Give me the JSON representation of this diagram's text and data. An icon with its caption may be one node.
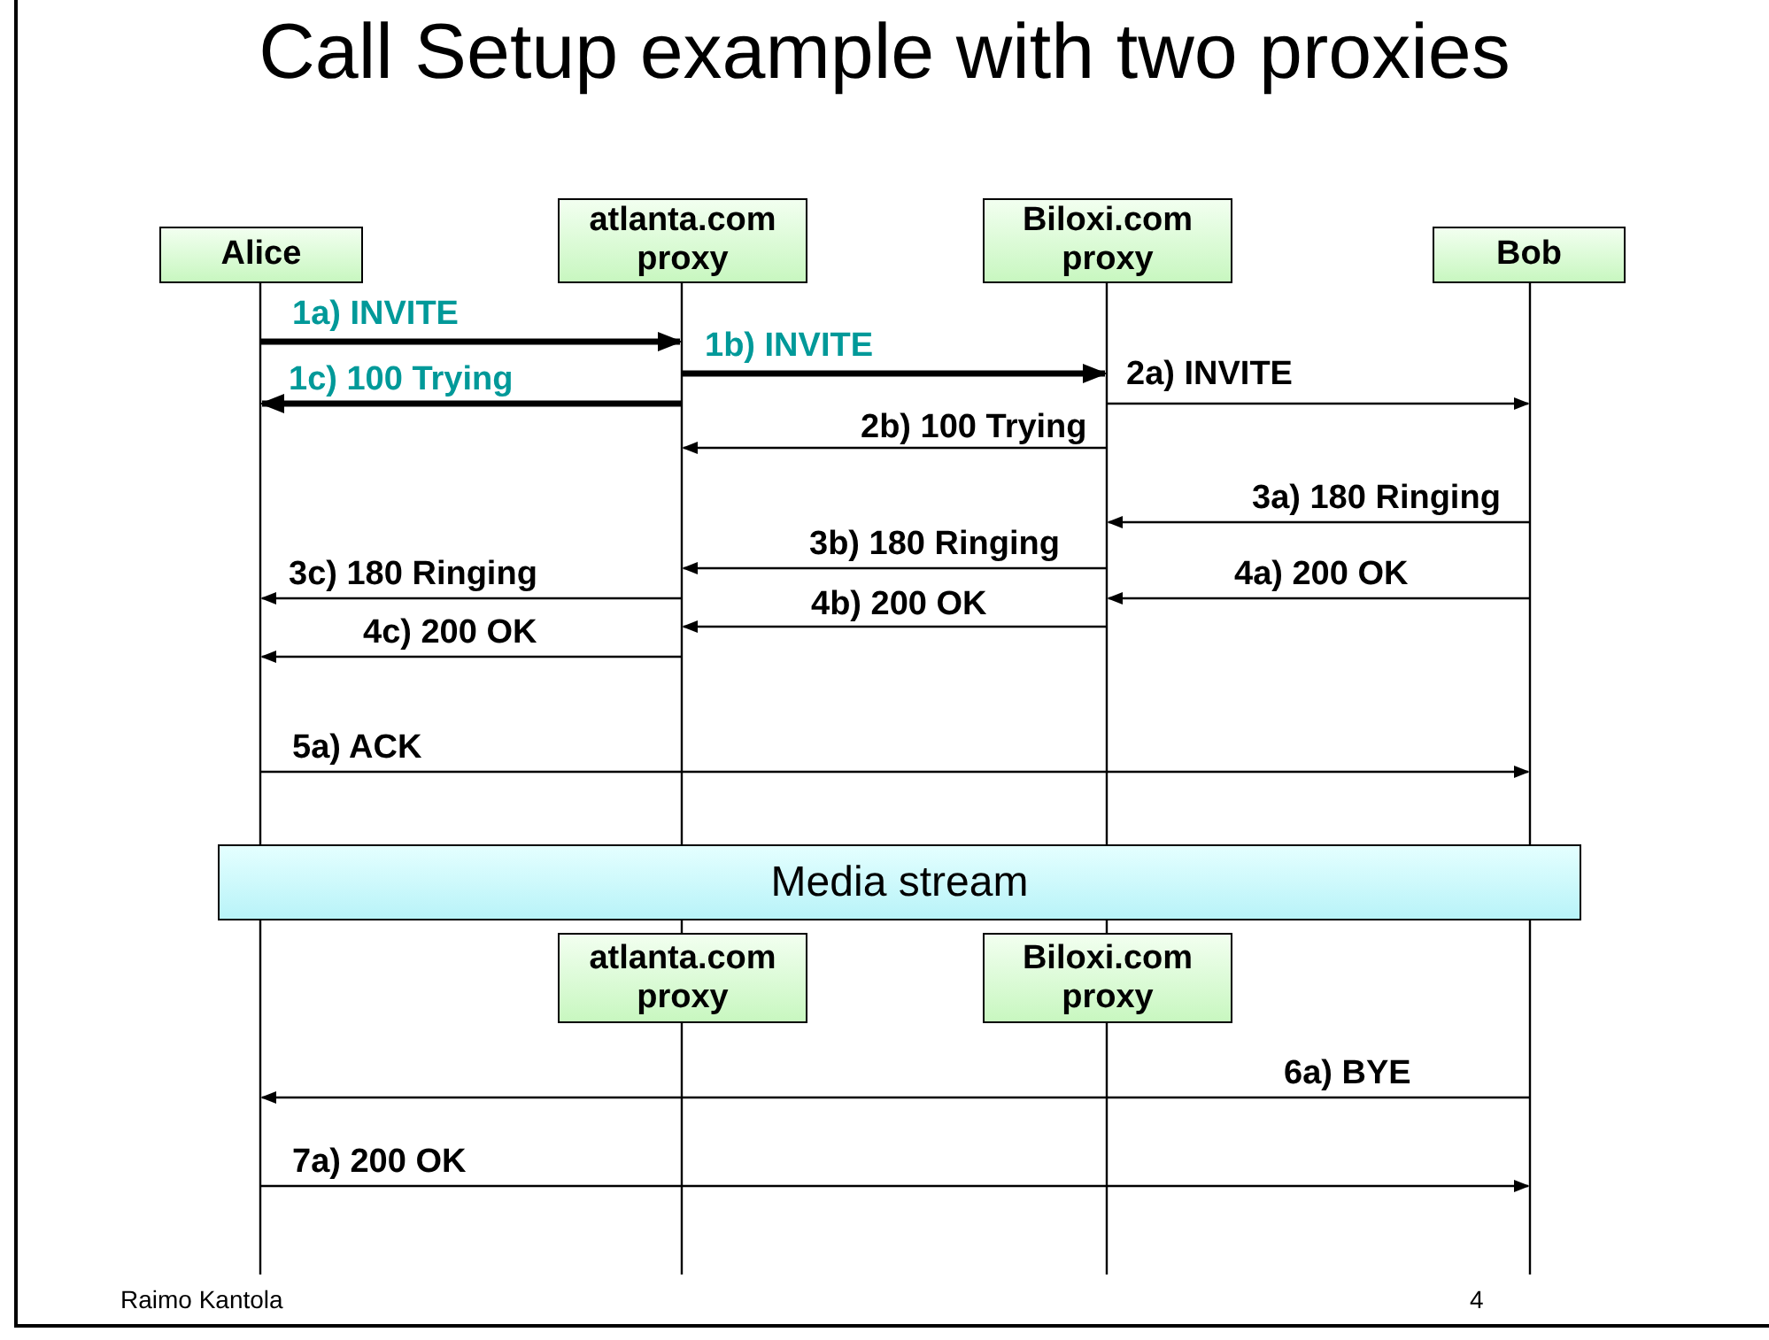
{
  "diagram": {
    "title": "Call Setup example with two proxies",
    "nodes": [
      {
        "text": [
          "Alice"
        ]
      },
      {
        "text": [
          "atlanta.com proxy"
        ]
      },
      {
        "text": [
          "Biloxi.com proxy"
        ]
      },
      {
        "text": [
          "Bob"
        ]
      },
      {
        "text": [
          "Media stream"
        ]
      },
      {
        "text": [
          "atlanta.com proxy"
        ]
      },
      {
        "text": [
          "Biloxi.com proxy"
        ]
      }
    ],
    "edges": [
      {
        "from": 0,
        "to": 1,
        "arrow": "to",
        "label": "1a) INVITE",
        "style": "thick"
      },
      {
        "from": 1,
        "to": 2,
        "arrow": "to",
        "label": "1b) INVITE",
        "style": "thick"
      },
      {
        "from": 1,
        "to": 0,
        "arrow": "to",
        "label": "1c) 100 Trying",
        "style": "thick"
      },
      {
        "from": 2,
        "to": 3,
        "arrow": "to",
        "label": "2a) INVITE"
      },
      {
        "from": 2,
        "to": 1,
        "arrow": "to",
        "label": "2b) 100 Trying"
      },
      {
        "from": 3,
        "to": 2,
        "arrow": "to",
        "label": "3a) 180 Ringing"
      },
      {
        "from": 2,
        "to": 1,
        "arrow": "to",
        "label": "3b) 180 Ringing"
      },
      {
        "from": 1,
        "to": 0,
        "arrow": "to",
        "label": "3c) 180 Ringing"
      },
      {
        "from": 3,
        "to": 2,
        "arrow": "to",
        "label": "4a) 200 OK"
      },
      {
        "from": 2,
        "to": 1,
        "arrow": "to",
        "label": "4b) 200 OK"
      },
      {
        "from": 1,
        "to": 0,
        "arrow": "to",
        "label": "4c) 200 OK"
      },
      {
        "from": 0,
        "to": 3,
        "arrow": "to",
        "label": "5a) ACK"
      },
      {
        "from": 3,
        "to": 0,
        "arrow": "to",
        "label": "6a) BYE"
      },
      {
        "from": 0,
        "to": 3,
        "arrow": "to",
        "label": "7a) 200 OK"
      }
    ],
    "labels": [
      "Raimo Kantola",
      "4"
    ]
  }
}
